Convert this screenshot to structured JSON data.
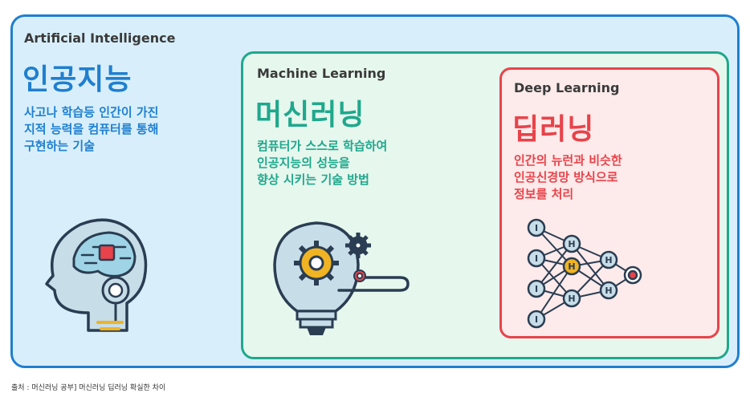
{
  "ai": {
    "title_en": "Artificial Intelligence",
    "title_ko": "인공지능",
    "description": "사고나 학습등 인간이 가진\n지적 능력을 컴퓨터를 통해\n구현하는 기술"
  },
  "ml": {
    "title_en": "Machine Learning",
    "title_ko": "머신러닝",
    "description": "컴퓨터가 스스로 학습하여\n인공지능의 성능을\n향상 시키는 기술 방법"
  },
  "dl": {
    "title_en": "Deep Learning",
    "title_ko": "딥러닝",
    "description": "인간의 뉴런과 비슷한\n인공신경망 방식으로\n정보를 처리"
  },
  "network": {
    "input_label": "I",
    "hidden_label": "H"
  },
  "source": "출처 : 머신러닝 공부] 머신러닝 딥러닝 확실한 차이",
  "colors": {
    "ai": "#1f7fd0",
    "ml": "#1fa88c",
    "dl": "#e8434a"
  },
  "icons": [
    "robot-head-icon",
    "lightbulb-gears-icon",
    "neural-network-icon"
  ]
}
